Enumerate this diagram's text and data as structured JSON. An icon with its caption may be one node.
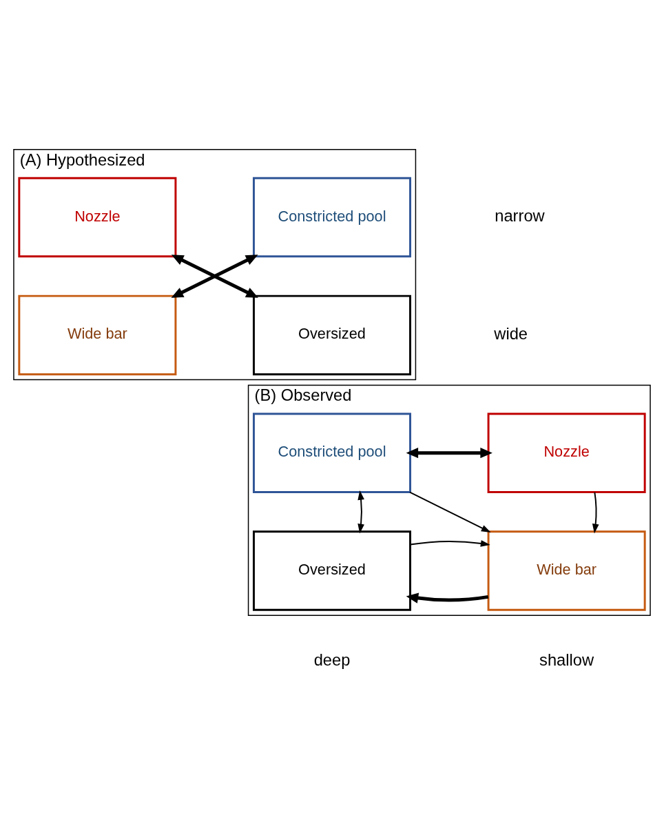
{
  "diagram": {
    "nodes": [
      {
        "text": [
          "(A) Hypothesized"
        ]
      },
      {
        "text": [
          "Constricted pool"
        ],
        "in": 0
      },
      {
        "text": [
          "Nozzle"
        ],
        "in": 0
      },
      {
        "text": [
          "Oversized"
        ],
        "in": 0
      },
      {
        "text": [
          "Wide bar"
        ],
        "in": 0
      },
      {
        "text": [
          "(B) Observed"
        ]
      },
      {
        "text": [
          "Constricted pool"
        ],
        "in": 5
      },
      {
        "text": [
          "Nozzle"
        ],
        "in": 5
      },
      {
        "text": [
          "Oversized"
        ],
        "in": 5
      },
      {
        "text": [
          "Wide bar"
        ],
        "in": 5
      }
    ],
    "edges": [
      {
        "from": 1,
        "to": 4,
        "arrow": "both",
        "style": "thick"
      },
      {
        "from": 3,
        "to": 2,
        "arrow": "both",
        "style": "thick"
      },
      {
        "from": 6,
        "to": 7,
        "arrow": "both",
        "style": "thick"
      },
      {
        "from": 6,
        "to": 9,
        "arrow": "to"
      },
      {
        "from": 6,
        "to": 8,
        "arrow": "both"
      },
      {
        "from": 7,
        "to": 9,
        "arrow": "to"
      },
      {
        "from": 9,
        "to": 8,
        "arrow": "to",
        "style": "thick"
      },
      {
        "from": 8,
        "to": 9,
        "arrow": "to"
      }
    ],
    "labels": [
      "narrow",
      "wide",
      "deep",
      "shallow"
    ]
  }
}
